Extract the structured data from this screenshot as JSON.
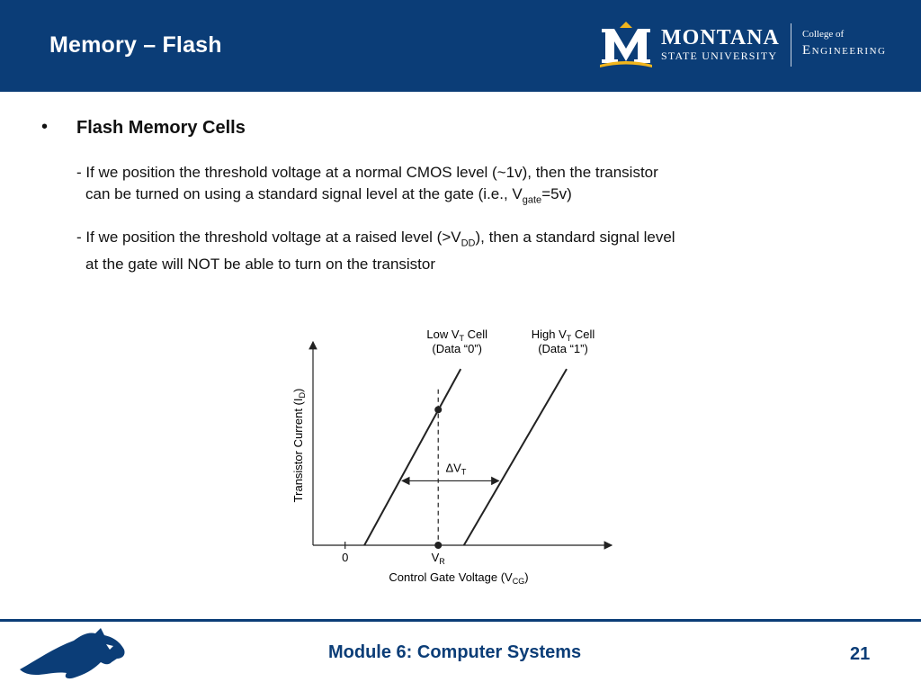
{
  "header": {
    "title": "Memory – Flash",
    "logo": {
      "university_line1": "MONTANA",
      "university_line2": "STATE UNIVERSITY",
      "college_line1": "College of",
      "college_line2": "Engineering"
    }
  },
  "content": {
    "bullet_symbol": "•",
    "heading": "Flash Memory Cells",
    "para1": {
      "line1": "- If we position the threshold voltage at a normal CMOS level (~1v), then the transistor",
      "line2_prefix": "can be turned on using a standard signal level at the gate (i.e., V",
      "line2_sub": "gate",
      "line2_suffix": "=5v)"
    },
    "para2": {
      "line1_prefix": "- If we position the threshold voltage at a raised level (>V",
      "line1_sub": "DD",
      "line1_suffix": "), then a standard signal level",
      "line2": "at the gate will NOT be able to turn on the transistor"
    }
  },
  "chart_data": {
    "type": "line",
    "xlabel": "Control Gate Voltage (VCG)",
    "ylabel": "Transistor Current (ID)",
    "x_tick_labels": [
      "0",
      "VR"
    ],
    "series": [
      {
        "name": "Low VT Cell (Data “0”)",
        "label_line1": "Low V",
        "label_sub": "T",
        "label_line1_suffix": " Cell",
        "label_line2": "(Data “0”)",
        "x": [
          0.6,
          3.6
        ],
        "y": [
          0,
          5.2
        ]
      },
      {
        "name": "High VT Cell (Data “1”)",
        "label_line1": "High V",
        "label_sub": "T",
        "label_line1_suffix": " Cell",
        "label_line2": "(Data “1”)",
        "x": [
          3.7,
          6.9
        ],
        "y": [
          0,
          5.2
        ]
      }
    ],
    "annotations": {
      "delta_vt_prefix": "ΔV",
      "delta_vt_sub": "T",
      "delta_vt_y": 1.9,
      "vr_x": 2.9,
      "vr_intersect_y": 4.0
    },
    "xlim": [
      -1,
      8.3
    ],
    "ylim": [
      0,
      6
    ]
  },
  "footer": {
    "module": "Module 6: Computer Systems",
    "page": "21"
  },
  "colors": {
    "brand_blue": "#0b3d77",
    "gold": "#f2b51c"
  }
}
